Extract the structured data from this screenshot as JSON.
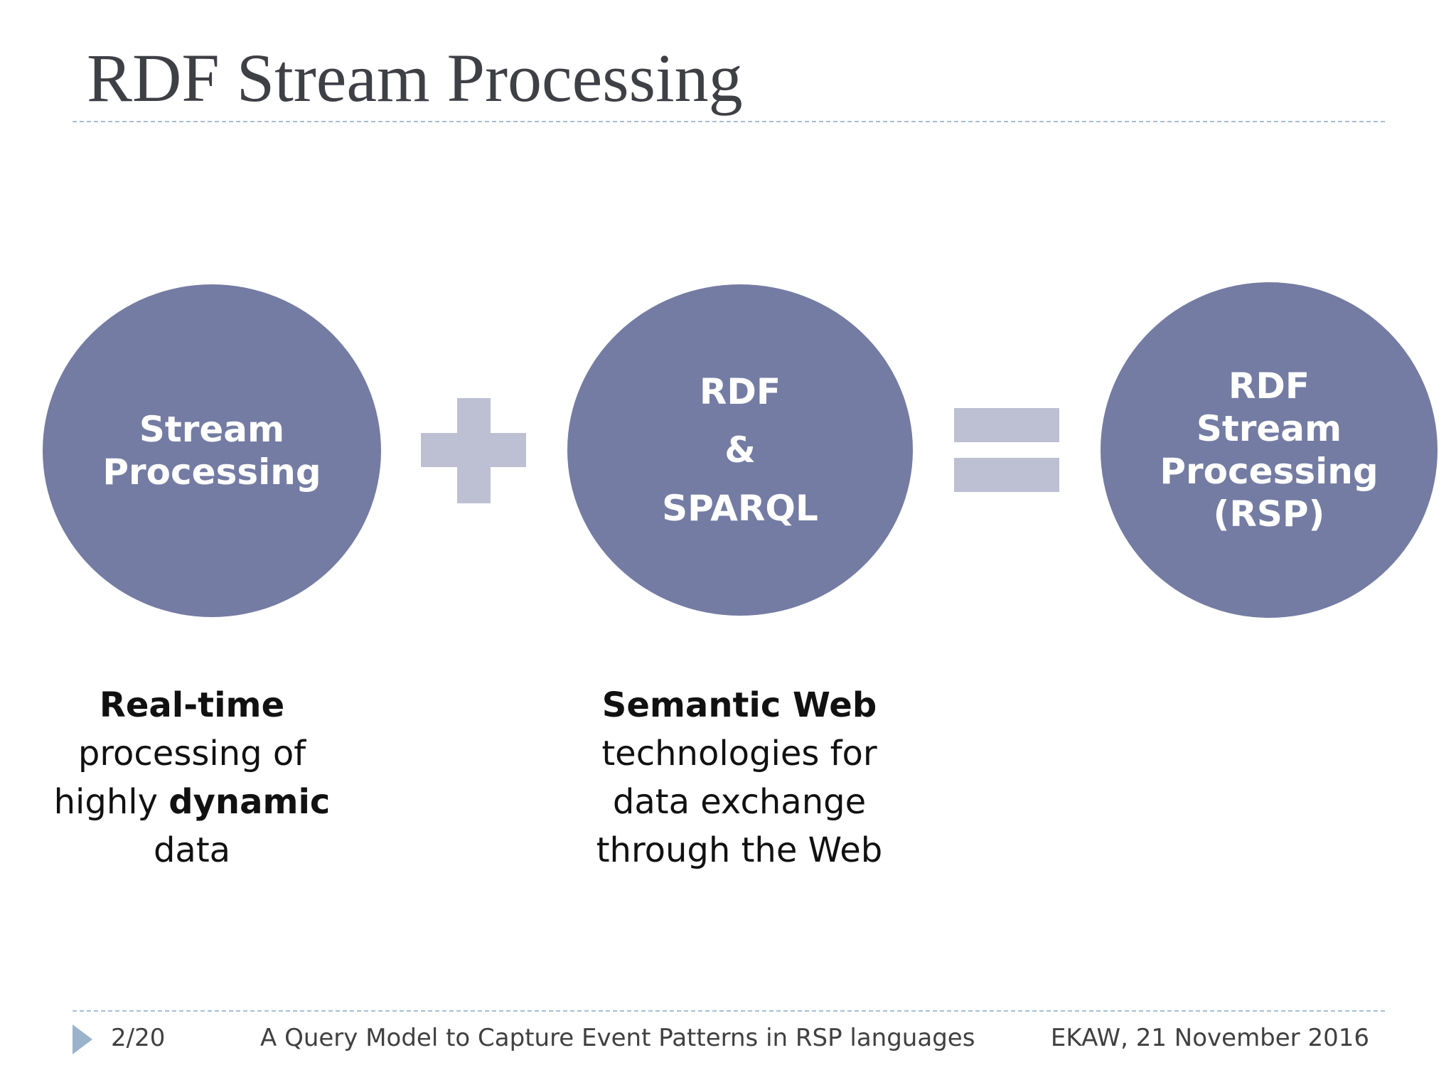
{
  "slide": {
    "title": "RDF Stream Processing"
  },
  "diagram": {
    "circle_stream": {
      "lines": [
        "Stream",
        "Processing"
      ]
    },
    "circle_rdf": {
      "lines": [
        "RDF",
        "&",
        "SPARQL"
      ]
    },
    "circle_rsp": {
      "lines": [
        "RDF",
        "Stream",
        "Processing",
        "(RSP)"
      ]
    },
    "operators": {
      "plus": "plus-sign",
      "equals": "equals-sign"
    },
    "colors": {
      "circle_fill": "#747ca3",
      "operator_fill": "#bdbfd2",
      "circle_text": "#ffffff"
    }
  },
  "descriptions": {
    "left": {
      "line1": "Real-time",
      "line2": "processing of",
      "line3_plain": "highly ",
      "line3_bold": "dynamic",
      "line4": "data"
    },
    "middle": {
      "line1": "Semantic Web",
      "line2": "technologies for",
      "line3": "data exchange",
      "line4": "through the Web"
    }
  },
  "footer": {
    "page": "2/20",
    "talk_title": "A Query Model to Capture Event Patterns in RSP languages",
    "event": "EKAW, 21 November 2016",
    "marker_icon": "triangle-bullet-icon"
  }
}
